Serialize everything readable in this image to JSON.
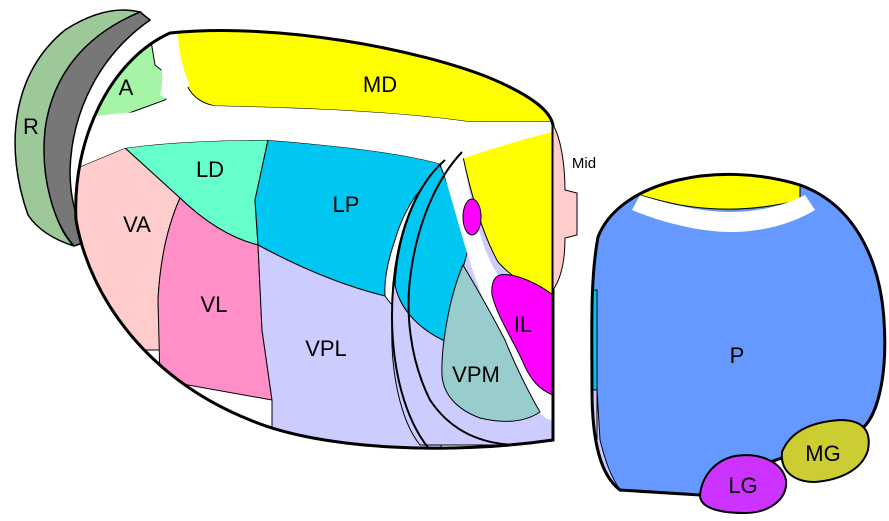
{
  "diagram": {
    "background": "#ffffff",
    "outline_color": "#000000",
    "regions": [
      {
        "id": "R",
        "label": "R",
        "color": "#9dc89a",
        "secondary_color": "#777777"
      },
      {
        "id": "A",
        "label": "A",
        "color": "#a6f4a6"
      },
      {
        "id": "MD",
        "label": "MD",
        "color": "#ffff00"
      },
      {
        "id": "LD",
        "label": "LD",
        "color": "#66ffcc"
      },
      {
        "id": "LP",
        "label": "LP",
        "color": "#00c6f2"
      },
      {
        "id": "VA",
        "label": "VA",
        "color": "#ffcccc"
      },
      {
        "id": "VL",
        "label": "VL",
        "color": "#ff8fc6"
      },
      {
        "id": "VPL",
        "label": "VPL",
        "color": "#ccccff"
      },
      {
        "id": "VPM",
        "label": "VPM",
        "color": "#99cccc"
      },
      {
        "id": "IL",
        "label": "IL",
        "color": "#ff00ff"
      },
      {
        "id": "Mid",
        "label": "Mid",
        "color": "#ffcccc"
      },
      {
        "id": "P",
        "label": "P",
        "color": "#6699ff"
      },
      {
        "id": "LG",
        "label": "LG",
        "color": "#cc33ff"
      },
      {
        "id": "MG",
        "label": "MG",
        "color": "#cccc33"
      }
    ]
  }
}
